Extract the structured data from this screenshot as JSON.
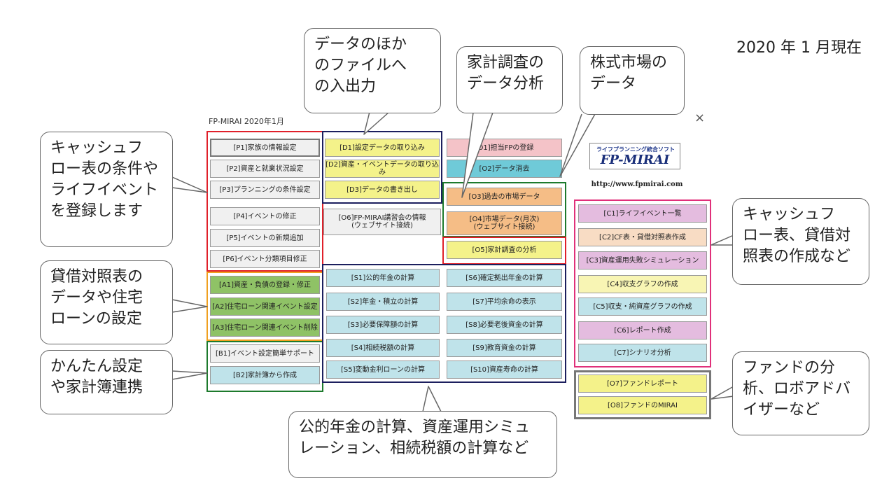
{
  "date_note": "2020 年 1 月現在",
  "app_title": "FP-MIRAI 2020年1月",
  "close_label": "×",
  "logo": {
    "subtitle": "ライフプランニング統合ソフト",
    "name": "FP-MIRAI",
    "url": "http://www.fpmirai.com"
  },
  "buttons": {
    "p1": "[P1]家族の情報設定",
    "p2": "[P2]資産と就業状況設定",
    "p3": "[P3]プランニングの条件設定",
    "p4": "[P4]イベントの修正",
    "p5": "[P5]イベントの新規追加",
    "p6": "[P6]イベント分類項目修正",
    "a1": "[A1]資産・負債の登録・修正",
    "a2": "[A2]住宅ローン関連イベント設定",
    "a3": "[A3]住宅ローン関連イベント削除",
    "b1": "[B1]イベント設定簡単サポート",
    "b2": "[B2]家計簿から作成",
    "d1": "[D1]設定データの取り込み",
    "d2": "[D2]資産・イベントデータの取り込み",
    "d3": "[D3]データの書き出し",
    "o6": "[O6]FP-MIRAI講習会の情報\n(ウェブサイト接続)",
    "o1": "[O1]担当FPの登録",
    "o2": "[O2]データ消去",
    "o3": "[O3]過去の市場データ",
    "o4": "[O4]市場データ(月次)\n(ウェブサイト接続)",
    "o5": "[O5]家計調査の分析",
    "s1": "[S1]公的年金の計算",
    "s2": "[S2]年金・積立の計算",
    "s3": "[S3]必要保障額の計算",
    "s4": "[S4]相続税額の計算",
    "s5": "[S5]変動金利ローンの計算",
    "s6": "[S6]確定拠出年金の計算",
    "s7": "[S7]平均余命の表示",
    "s8": "[S8]必要老後資金の計算",
    "s9": "[S9]教育資金の計算",
    "s10": "[S10]資産寿命の計算",
    "c1": "[C1]ライフイベント一覧",
    "c2": "[C2]CF表・貸借対照表作成",
    "c3": "[C3]資産運用失敗シミュレーション",
    "c4": "[C4]収支グラフの作成",
    "c5": "[C5]収支・純資産グラフの作成",
    "c6": "[C6]レポート作成",
    "c7": "[C7]シナリオ分析",
    "o7": "[O7]ファンドレポート",
    "o8": "[O8]ファンドのMIRAI"
  },
  "callouts": {
    "cashflow_conditions": "キャッシュフ\nロー表の条件や\nライフイベント\nを登録します",
    "balance_sheet": "貸借対照表の\nデータや住宅\nローンの設定",
    "easy_setup": "かんたん設定\nや家計簿連携",
    "data_io": "データのほか\nのファイルへ\nの入出力",
    "household_survey": "家計調査の\nデータ分析",
    "stock_market": "株式市場の\nデータ",
    "cashflow_reports": "キャッシュフ\nロー表、貸借対\n照表の作成など",
    "fund_analysis": "ファンドの分\n析、ロボアドバ\nイザーなど",
    "calculations": "公的年金の計算、資産運用シミュ\nレーション、相続税額の計算など"
  },
  "colors": {
    "gray_btn": "#f0f0f0",
    "yellow_btn": "#f4f28a",
    "pink_btn": "#f4c3c8",
    "cyan_btn": "#6fcad8",
    "orange_btn": "#f5bd86",
    "blue_btn": "#bfe3ea",
    "green_btn": "#8fc266",
    "lavender_btn": "#e4bcdf",
    "peach_btn": "#f8dcc4",
    "lightyellow_btn": "#f8f5b4",
    "frame_red": "#e0202a",
    "frame_navy": "#1c1f5e",
    "frame_green": "#1d7a2c",
    "frame_orange": "#f0a020",
    "frame_magenta": "#e0307a",
    "frame_gray": "#777777"
  }
}
